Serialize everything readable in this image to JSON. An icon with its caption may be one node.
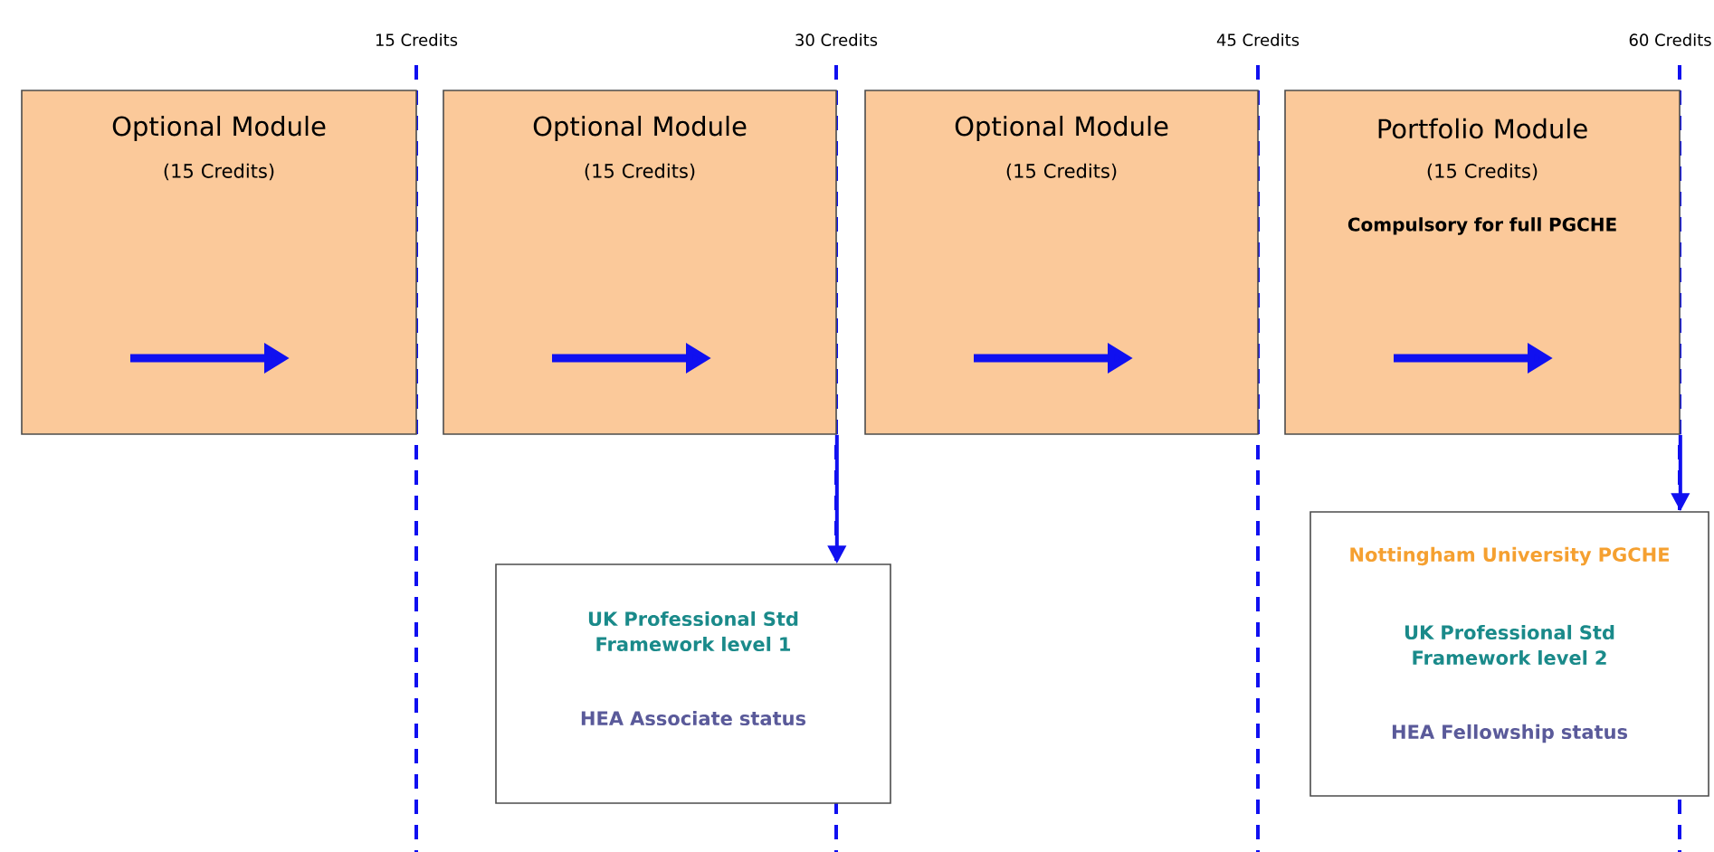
{
  "diagram": {
    "nodes": [
      {
        "text": [
          "Optional Module",
          "(15 Credits)"
        ]
      },
      {
        "text": [
          "Optional Module",
          "(15 Credits)"
        ]
      },
      {
        "text": [
          "Optional Module",
          "(15 Credits)"
        ]
      },
      {
        "text": [
          "Portfolio Module",
          "(15 Credits)",
          "Compulsory for full PGCHE"
        ]
      },
      {
        "text": [
          "UK Professional Std Framework level 1",
          "HEA Associate status"
        ]
      },
      {
        "text": [
          "Nottingham University PGCHE",
          "UK Professional Std Framework level 2",
          "HEA Fellowship status"
        ]
      }
    ],
    "edges": [
      {
        "from": 1,
        "to": 4,
        "arrow": "to"
      },
      {
        "from": 3,
        "to": 5,
        "arrow": "to"
      }
    ],
    "labels": [
      "15 Credits",
      "30 Credits",
      "45 Credits",
      "60 Credits"
    ]
  }
}
